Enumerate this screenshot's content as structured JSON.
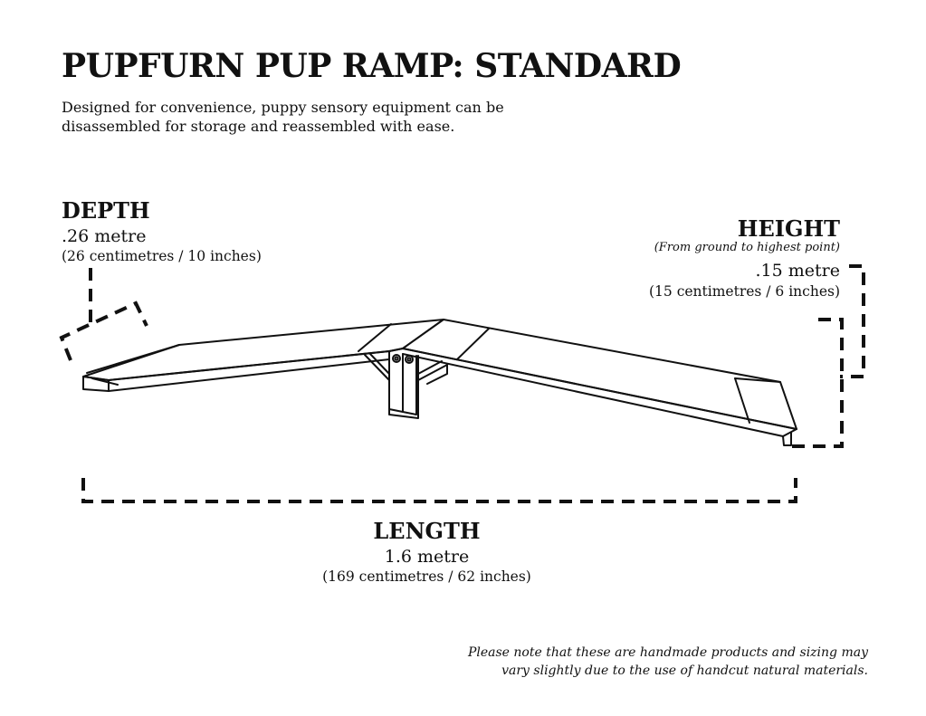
{
  "title": "PUPFURN PUP RAMP: STANDARD",
  "subtitle": "Designed for convenience, puppy sensory equipment can be disassembled for storage and reassembled with ease.",
  "depth": {
    "label": "DEPTH",
    "metric": ".26 metre",
    "imperial": "(26 centimetres / 10 inches)"
  },
  "height": {
    "label": "HEIGHT",
    "note": "(From ground to highest point)",
    "metric": ".15 metre",
    "imperial": "(15 centimetres / 6 inches)"
  },
  "length": {
    "label": "LENGTH",
    "metric": "1.6 metre",
    "imperial": "(169 centimetres / 62 inches)"
  },
  "footnote": {
    "line1": "Please note that these are handmade products and sizing may",
    "line2": "vary slightly due to the use of handcut natural materials."
  },
  "colors": {
    "ink": "#111111",
    "background": "#ffffff"
  }
}
